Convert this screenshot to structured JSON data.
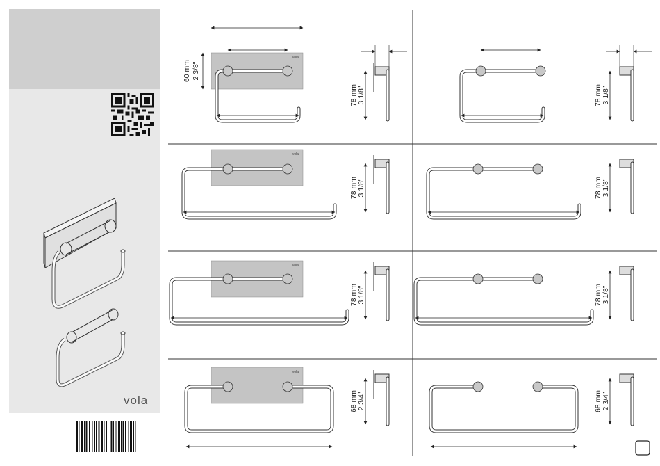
{
  "brand": {
    "name": "vola"
  },
  "cells": [
    {
      "variant": "with-plate",
      "row": 0,
      "col": 0,
      "depth_metric": "78 mm",
      "depth_imperial": "3 1/8\"",
      "plate_height_metric": "60 mm",
      "plate_height_imperial": "2 3/8\""
    },
    {
      "variant": "no-plate",
      "row": 0,
      "col": 1,
      "depth_metric": "78 mm",
      "depth_imperial": "3 1/8\""
    },
    {
      "variant": "with-plate",
      "row": 1,
      "col": 0,
      "depth_metric": "78 mm",
      "depth_imperial": "3 1/8\""
    },
    {
      "variant": "no-plate",
      "row": 1,
      "col": 1,
      "depth_metric": "78 mm",
      "depth_imperial": "3 1/8\""
    },
    {
      "variant": "with-plate",
      "row": 2,
      "col": 0,
      "depth_metric": "78 mm",
      "depth_imperial": "3 1/8\""
    },
    {
      "variant": "no-plate",
      "row": 2,
      "col": 1,
      "depth_metric": "78 mm",
      "depth_imperial": "3 1/8\""
    },
    {
      "variant": "with-plate",
      "row": 3,
      "col": 0,
      "depth_metric": "68 mm",
      "depth_imperial": "2 3/4\""
    },
    {
      "variant": "no-plate",
      "row": 3,
      "col": 1,
      "depth_metric": "68 mm",
      "depth_imperial": "2 3/4\""
    }
  ],
  "colors": {
    "plate": "#c4c4c4",
    "sidebar_top": "#cfcfcf",
    "sidebar_main": "#e8e8e8",
    "knob": "#c8c8c8",
    "line": "#222222"
  },
  "icons": [
    "qr-code-icon",
    "barcode-icon",
    "product-isometric-icon",
    "page-corner-icon"
  ]
}
